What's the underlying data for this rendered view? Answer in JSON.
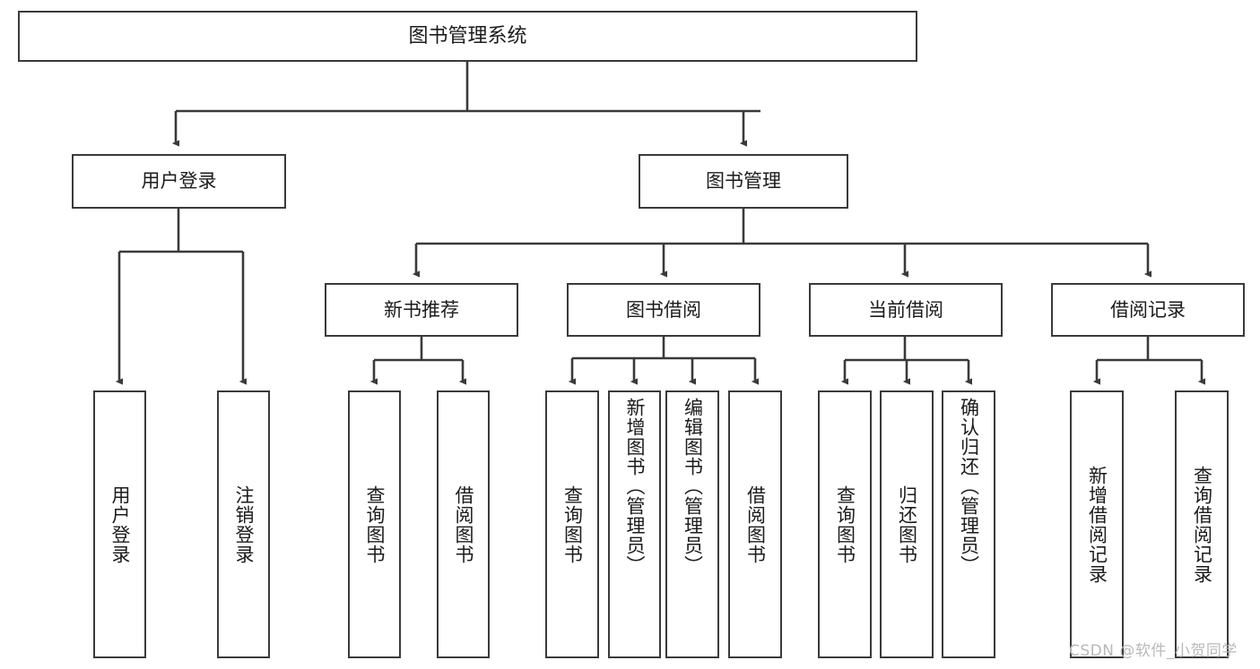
{
  "diagram": {
    "title": "图书管理系统",
    "type": "tree-hierarchy-chart",
    "watermark": "CSDN @软件_小贺同学",
    "colors": {
      "stroke": "#3a3a3a",
      "fill": "#ffffff",
      "text": "#1b1b1b",
      "watermark": "#b9b9b9"
    },
    "nodes": {
      "root": {
        "label": "图书管理系统",
        "orientation": "horizontal"
      },
      "level2": [
        {
          "id": "user-login",
          "label": "用户登录",
          "orientation": "horizontal"
        },
        {
          "id": "book-management",
          "label": "图书管理",
          "orientation": "horizontal"
        }
      ],
      "level3": [
        {
          "id": "new-book-recommend",
          "label": "新书推荐",
          "orientation": "horizontal"
        },
        {
          "id": "book-borrow",
          "label": "图书借阅",
          "orientation": "horizontal"
        },
        {
          "id": "current-borrow",
          "label": "当前借阅",
          "orientation": "horizontal"
        },
        {
          "id": "borrow-record",
          "label": "借阅记录",
          "orientation": "horizontal"
        }
      ],
      "leaves": {
        "user-login": [
          {
            "id": "leaf-user-login",
            "label": "用户登录",
            "orientation": "vertical"
          },
          {
            "id": "leaf-logout-login",
            "label": "注销登录",
            "orientation": "vertical"
          }
        ],
        "new-book-recommend": [
          {
            "id": "leaf-query-book-1",
            "label": "查询图书",
            "orientation": "vertical"
          },
          {
            "id": "leaf-borrow-book-1",
            "label": "借阅图书",
            "orientation": "vertical"
          }
        ],
        "book-borrow": [
          {
            "id": "leaf-query-book-2",
            "label": "查询图书",
            "orientation": "vertical"
          },
          {
            "id": "leaf-add-book",
            "label": "新增图书（管理员）",
            "orientation": "vertical"
          },
          {
            "id": "leaf-edit-book",
            "label": "编辑图书（管理员）",
            "orientation": "vertical"
          },
          {
            "id": "leaf-borrow-book-2",
            "label": "借阅图书",
            "orientation": "vertical"
          }
        ],
        "current-borrow": [
          {
            "id": "leaf-query-book-3",
            "label": "查询图书",
            "orientation": "vertical"
          },
          {
            "id": "leaf-return-book",
            "label": "归还图书",
            "orientation": "vertical"
          },
          {
            "id": "leaf-confirm-return",
            "label": "确认归还（管理员）",
            "orientation": "vertical"
          }
        ],
        "borrow-record": [
          {
            "id": "leaf-add-borrow-record",
            "label": "新增借阅记录",
            "orientation": "vertical"
          },
          {
            "id": "leaf-query-borrow-record",
            "label": "查询借阅记录",
            "orientation": "vertical"
          }
        ]
      }
    }
  }
}
